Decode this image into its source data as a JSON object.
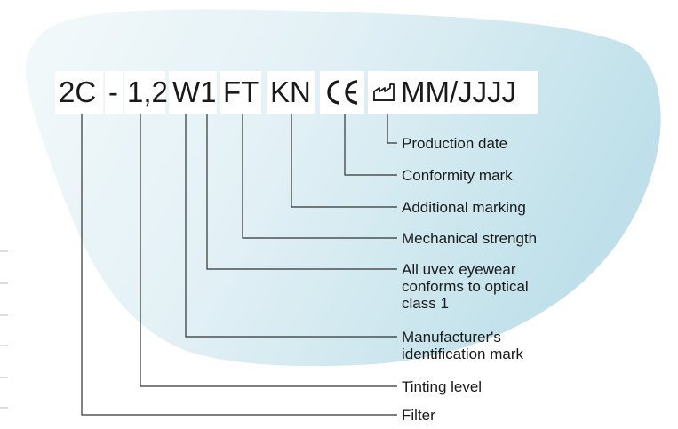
{
  "marking": {
    "filter_code": "2C",
    "dash": "-",
    "tint_level": "1,2",
    "manufacturer_mark": "W1",
    "strength_mark": "FT",
    "additional_mark": "KN",
    "production_date": "MM/JJJJ"
  },
  "labels": {
    "production_date": "Production date",
    "conformity_mark": "Conformity mark",
    "additional_marking": "Additional marking",
    "mechanical_strength": "Mechanical strength",
    "optical_class": "All uvex eyewear conforms to optical class 1",
    "manufacturer_id": "Manufacturer's identification mark",
    "tinting_level": "Tinting level",
    "filter": "Filter"
  },
  "icons": {
    "ce_mark": "ce-mark-icon",
    "manufacture_date_symbol": "factory-date-icon"
  },
  "colors": {
    "lens_light": "#eef6fa",
    "lens_dark": "#bfe0ea",
    "line": "#333333",
    "text": "#1a1a1a"
  }
}
